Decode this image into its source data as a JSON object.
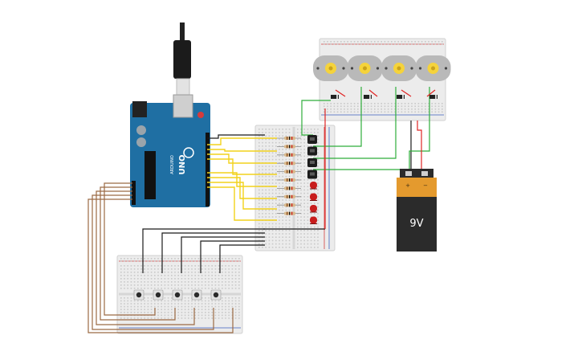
{
  "battery": {
    "label": "9V",
    "plus": "+",
    "minus": "−"
  },
  "arduino": {
    "logo_text": "UNO",
    "brand": "ARDUINO"
  },
  "colors": {
    "board_blue": "#1f6fa3",
    "wire_yellow": "#f2d21b",
    "wire_green": "#2fae3b",
    "wire_black": "#1a1a1a",
    "wire_red": "#e02525",
    "wire_brown": "#9b6a44",
    "battery_orange": "#e49a2e",
    "battery_black": "#2b2b2b",
    "motor_yellow": "#f5d33b",
    "led_red": "#c81d1d",
    "breadboard": "#ececec"
  },
  "motors": {
    "count": 4
  },
  "transistors": {
    "count": 4
  },
  "leds": {
    "count": 4
  },
  "buttons": {
    "count": 5
  },
  "resistors": {
    "count": 10
  }
}
